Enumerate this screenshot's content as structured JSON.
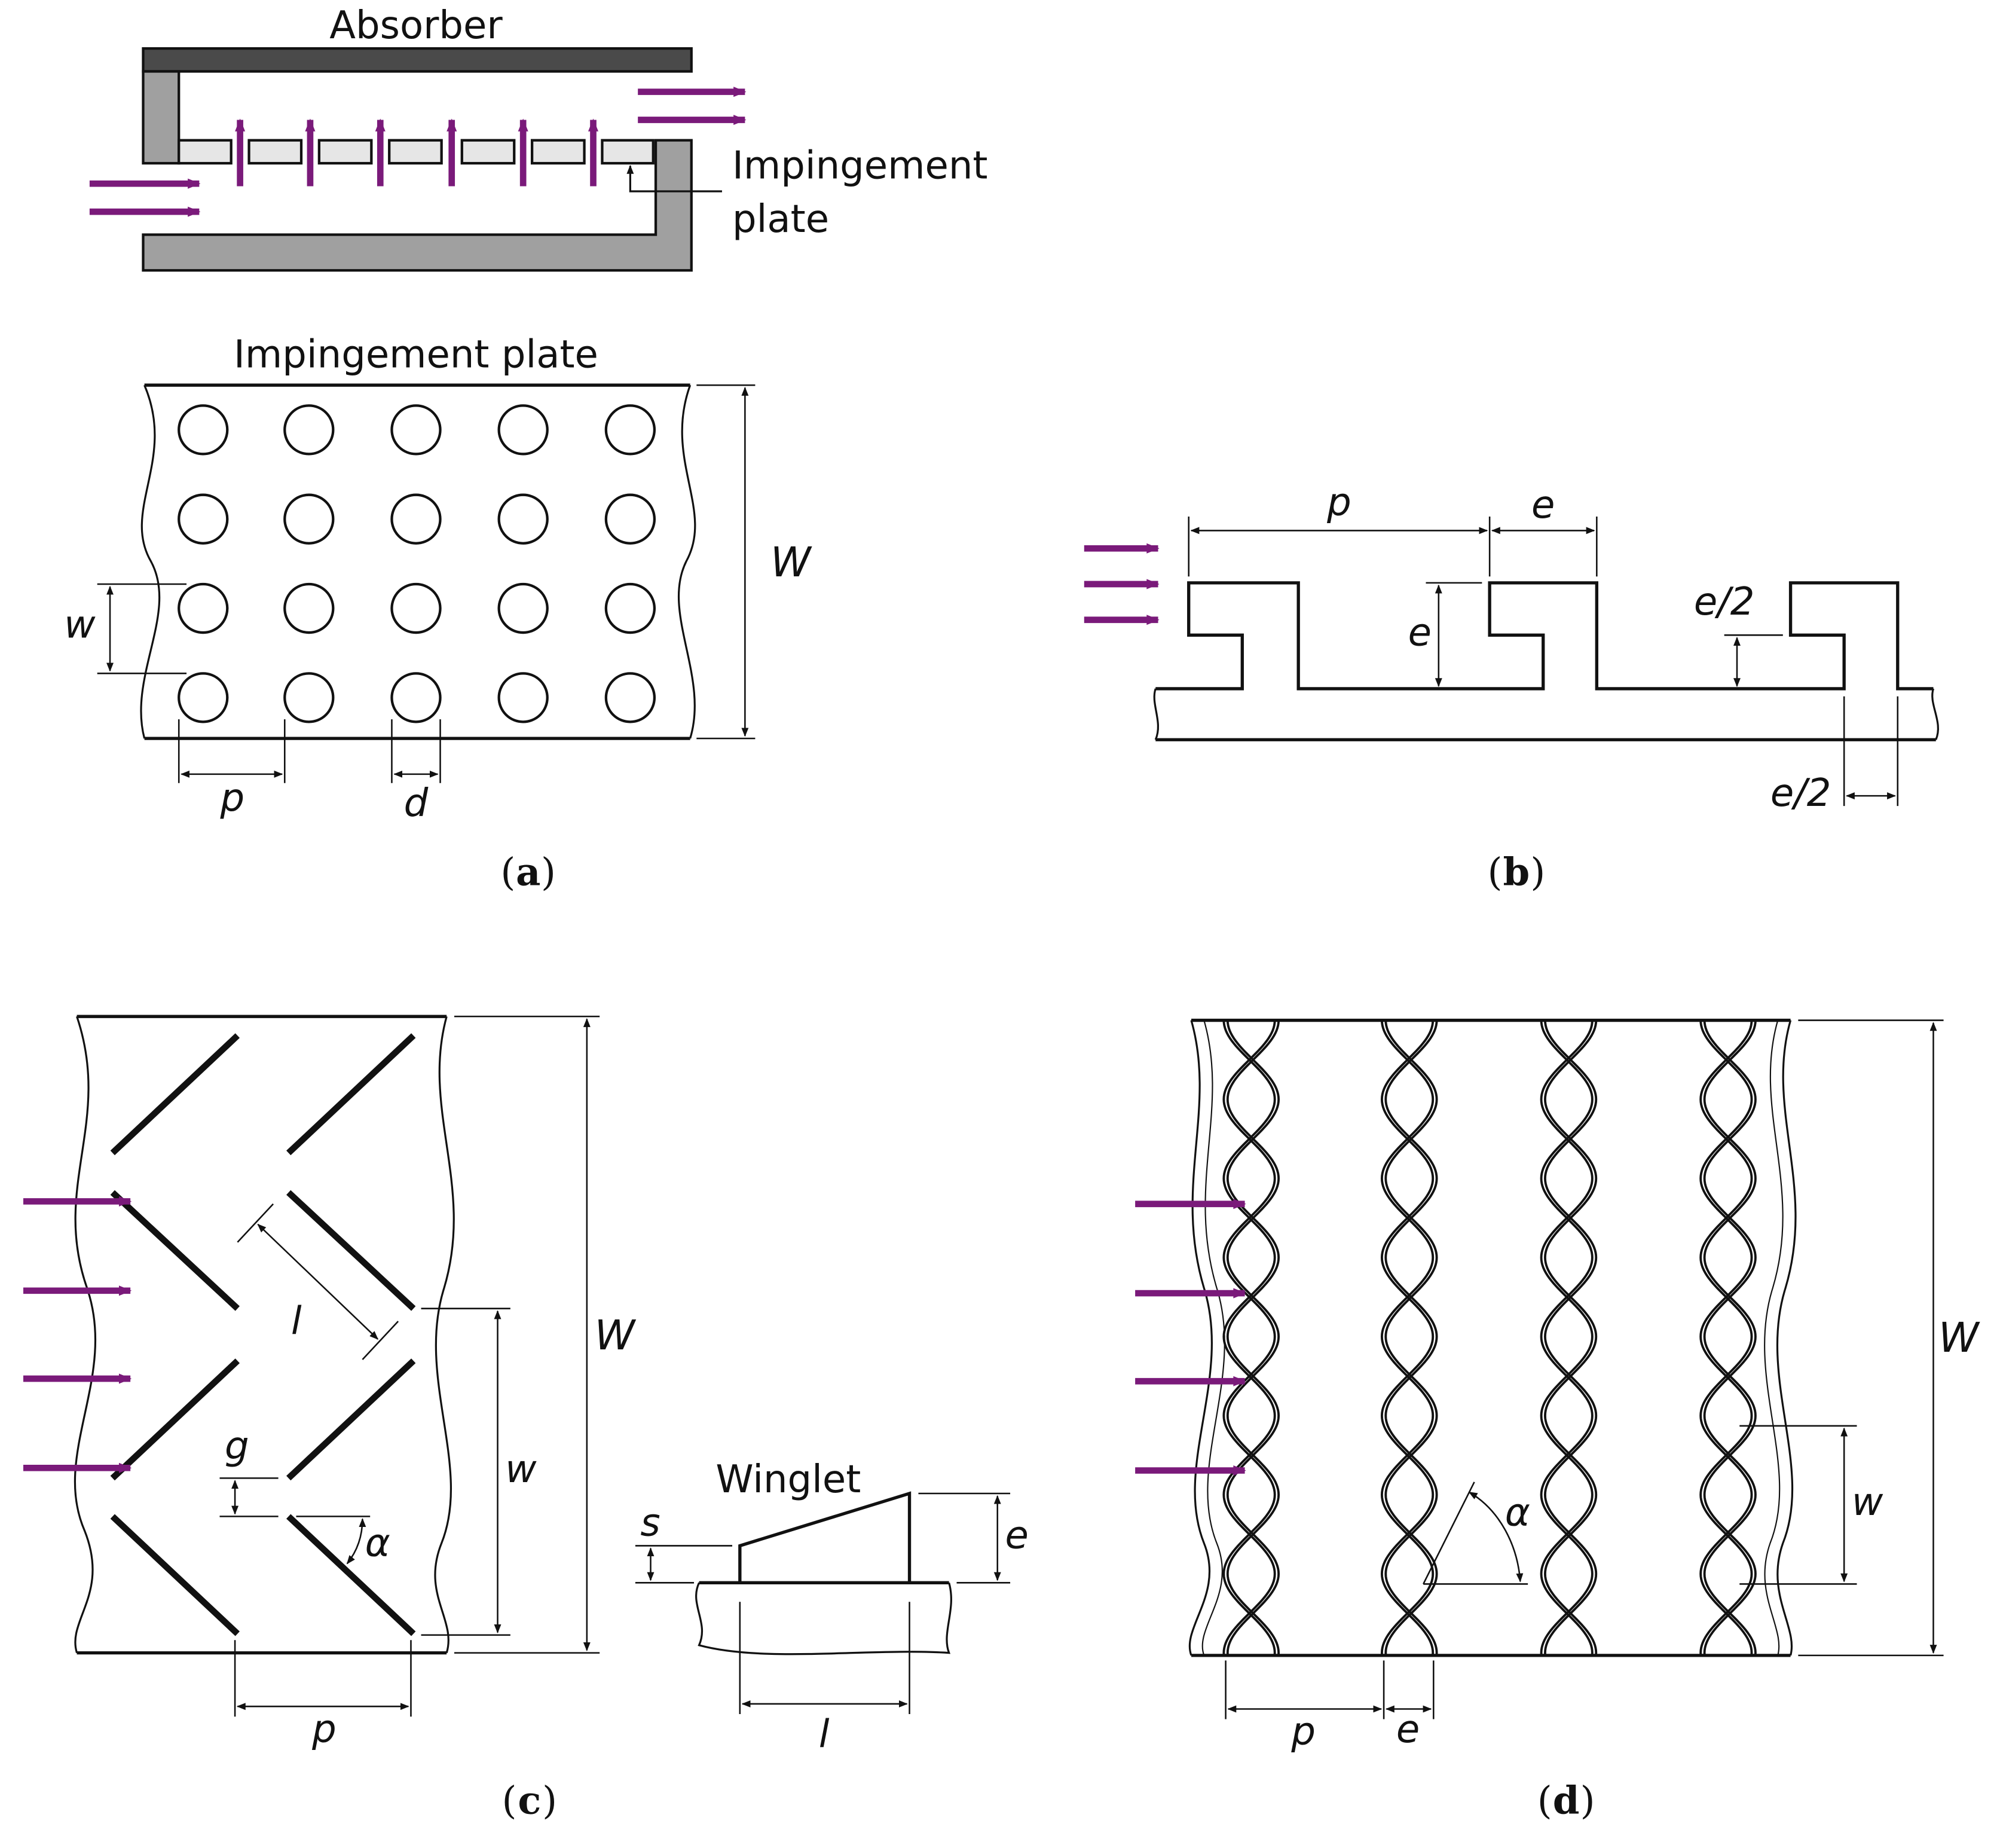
{
  "colors": {
    "flow_arrow": "#7a1a7a",
    "absorber": "#4a4a4a",
    "duct_wall": "#a0a0a0",
    "plate_segment": "#e6e6e6",
    "line": "#111111"
  },
  "panel_a": {
    "caption_letter": "a",
    "absorber_label": "Absorber",
    "impingement_label_line1": "Impingement",
    "impingement_label_line2": "plate",
    "plate_view_title": "Impingement plate",
    "dim_W": "W",
    "dim_w": "w",
    "dim_p": "p",
    "dim_d": "d"
  },
  "panel_b": {
    "caption_letter": "b",
    "dim_p": "p",
    "dim_e_top": "e",
    "dim_e_side": "e",
    "dim_e_half_top": "e/2",
    "dim_e_half_bottom": "e/2"
  },
  "panel_c": {
    "caption_letter": "c",
    "winglet_label": "Winglet",
    "dim_W": "W",
    "dim_w": "w",
    "dim_l": "l",
    "dim_g": "g",
    "dim_alpha": "α",
    "dim_p": "p",
    "dim_s": "s",
    "dim_e": "e",
    "dim_l_winglet": "l"
  },
  "panel_d": {
    "caption_letter": "d",
    "dim_W": "W",
    "dim_w": "w",
    "dim_alpha": "α",
    "dim_p": "p",
    "dim_e": "e"
  }
}
